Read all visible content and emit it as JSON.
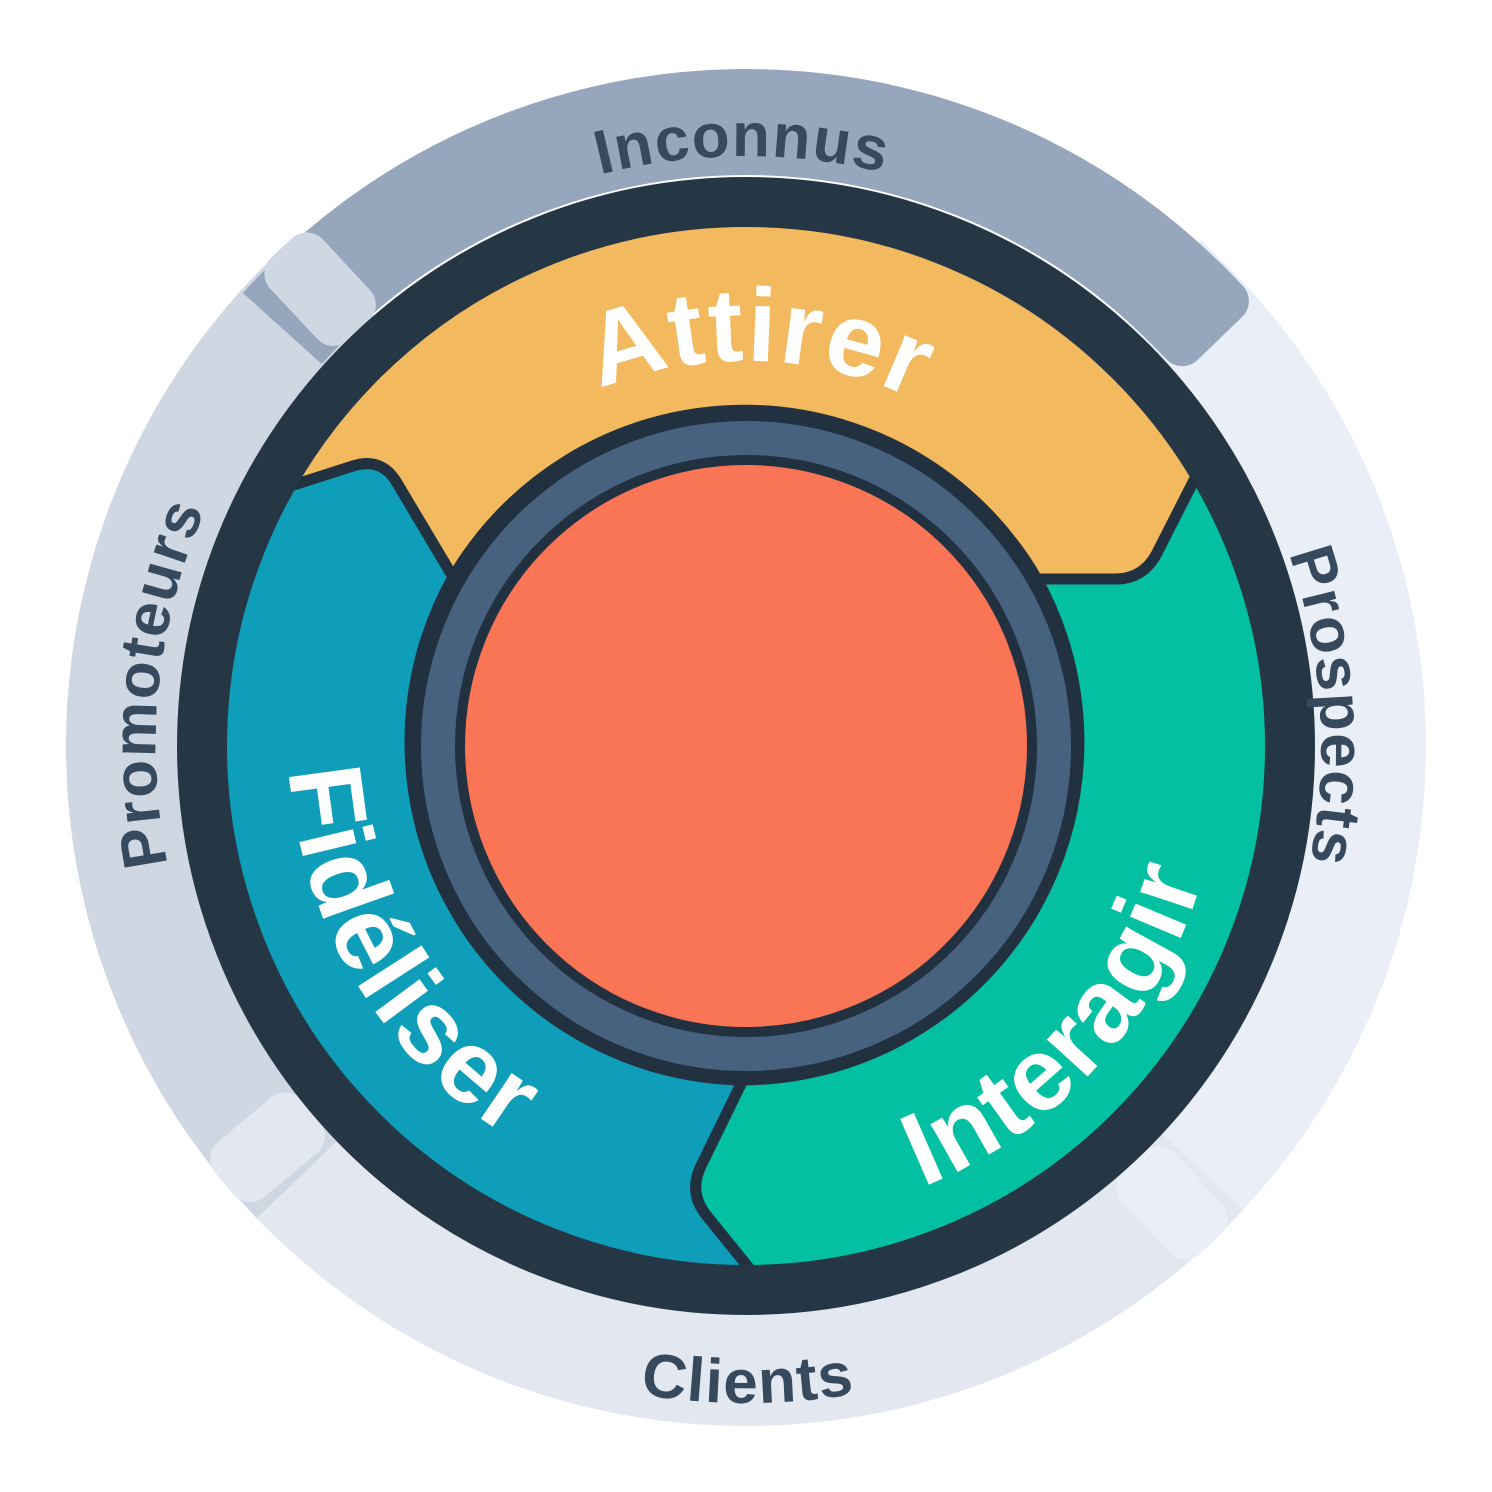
{
  "diagram": {
    "title_semantic": "flywheel-inbound-marketing",
    "inner_segments": [
      {
        "id": "attract",
        "label": "Attirer",
        "color": "#f2b95f"
      },
      {
        "id": "engage",
        "label": "Interagir",
        "color": "#04c0a2"
      },
      {
        "id": "delight",
        "label": "Fidéliser",
        "color": "#0f9eba"
      }
    ],
    "outer_ring": [
      {
        "id": "strangers",
        "label": "Inconnus",
        "color": "#96a6bc"
      },
      {
        "id": "prospects",
        "label": "Prospects",
        "color": "#eaeef6"
      },
      {
        "id": "customers",
        "label": "Clients",
        "color": "#e2e7f0"
      },
      {
        "id": "promoters",
        "label": "Promoteurs",
        "color": "#cfd7e3"
      }
    ],
    "colors": {
      "outline": "#22313f",
      "rim": "#253645",
      "hub_ring": "#46627f",
      "hub_core": "#fa7456",
      "inner_label_text": "#ffffff",
      "outer_label_text": "#36495d",
      "background": "#ffffff"
    }
  }
}
